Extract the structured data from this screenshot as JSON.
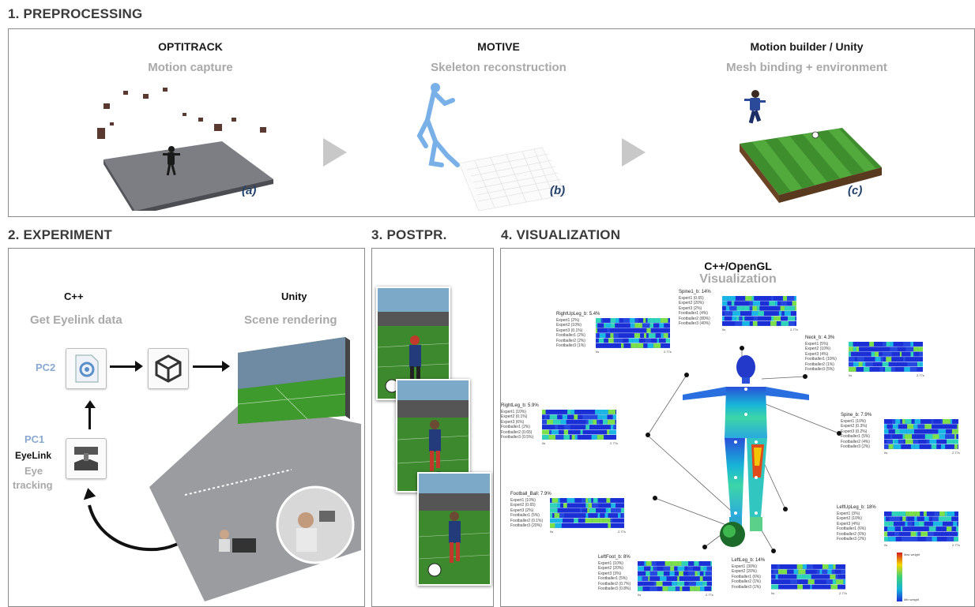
{
  "sections": {
    "preprocessing": "1. PREPROCESSING",
    "experiment": "2. EXPERIMENT",
    "postprocessing": "3. POSTPR.",
    "visualization": "4. VISUALIZATION"
  },
  "stages": [
    {
      "title": "OPTITRACK",
      "subtitle": "Motion capture",
      "tag": "(a)"
    },
    {
      "title": "MOTIVE",
      "subtitle": "Skeleton reconstruction",
      "tag": "(b)"
    },
    {
      "title": "Motion builder / Unity",
      "subtitle": "Mesh binding  + environment",
      "tag": "(c)"
    }
  ],
  "experiment": {
    "cpp_title": "C++",
    "cpp_sub": "Get Eyelink data",
    "unity_title": "Unity",
    "unity_sub": "Scene rendering",
    "pc2": "PC2",
    "pc1": "PC1",
    "eyelink": "EyeLink",
    "eye": "Eye",
    "tracking": "tracking"
  },
  "visualization": {
    "title": "C++/OpenGL",
    "subtitle": "Visualization",
    "legend_top": "Max weight",
    "legend_bottom": "Min weight",
    "heatmaps": [
      {
        "name": "Spine1_b: 14%",
        "rows": [
          "Expert1 (0.65)",
          "Expert2 (20%)",
          "Expert3 (2%)",
          "Footballer1 (4%)",
          "Footballer2 (80%)",
          "Footballer3 (40%)"
        ],
        "x0": "0s",
        "x1": "2.77s"
      },
      {
        "name": "RightUpLeg_b: 5.4%",
        "rows": [
          "Expert1 (2%)",
          "Expert2 (10%)",
          "Expert3 (0.1%)",
          "Footballer1 (2%)",
          "Footballer2 (2%)",
          "Footballer3 (1%)"
        ],
        "x0": "0s",
        "x1": "2.77s"
      },
      {
        "name": "Neck_b: 4.3%",
        "rows": [
          "Expert1 (5%)",
          "Expert2 (10%)",
          "Expert3 (4%)",
          "Footballer1 (10%)",
          "Footballer2 (1%)",
          "Footballer3 (5%)"
        ],
        "x0": "0s",
        "x1": "2.77s"
      },
      {
        "name": "RightLeg_b: 5.9%",
        "rows": [
          "Expert1 (10%)",
          "Expert2 (0.1%)",
          "Expert3 (6%)",
          "Footballer1 (2%)",
          "Footballer2 (0.65)",
          "Footballer3 (0.5%)"
        ],
        "x0": "0s",
        "x1": "2.77s"
      },
      {
        "name": "Spine_b: 7.9%",
        "rows": [
          "Expert1 (10%)",
          "Expert2 (0.3%)",
          "Expert3 (0.2%)",
          "Footballer1 (5%)",
          "Footballer2 (4%)",
          "Footballer3 (2%)"
        ],
        "x0": "0s",
        "x1": "2.77s"
      },
      {
        "name": "Football_Ball: 7.9%",
        "rows": [
          "Expert1 (10%)",
          "Expert2 (0.65)",
          "Expert3 (2%)",
          "Footballer1 (5%)",
          "Footballer2 (0.1%)",
          "Footballer3 (20%)"
        ],
        "x0": "0s",
        "x1": "2.77s"
      },
      {
        "name": "LeftUpLeg_b: 18%",
        "rows": [
          "Expert1 (3%)",
          "Expert2 (10%)",
          "Expert3 (4%)",
          "Footballer1 (6%)",
          "Footballer2 (6%)",
          "Footballer3 (2%)"
        ],
        "x0": "0s",
        "x1": "2.77s"
      },
      {
        "name": "LeftFoot_b: 8%",
        "rows": [
          "Expert1 (10%)",
          "Expert2 (20%)",
          "Expert3 (3%)",
          "Footballer1 (5%)",
          "Footballer2 (0.7%)",
          "Footballer3 (0.8%)"
        ],
        "x0": "0s",
        "x1": "2.77s"
      },
      {
        "name": "LeftLeg_b: 14%",
        "rows": [
          "Expert1 (30%)",
          "Expert2 (20%)",
          "Footballer1 (6%)",
          "Footballer2 (1%)",
          "Footballer3 (1%)"
        ],
        "x0": "0s",
        "x1": "2.77s"
      }
    ]
  },
  "colors": {
    "arrow": "#c8c8c8",
    "tag": "#23426b",
    "pc_label": "#89a9d2",
    "heat_low": "#1b2fd6",
    "heat_mid": "#19b6e6",
    "heat_high": "#7be04a"
  }
}
